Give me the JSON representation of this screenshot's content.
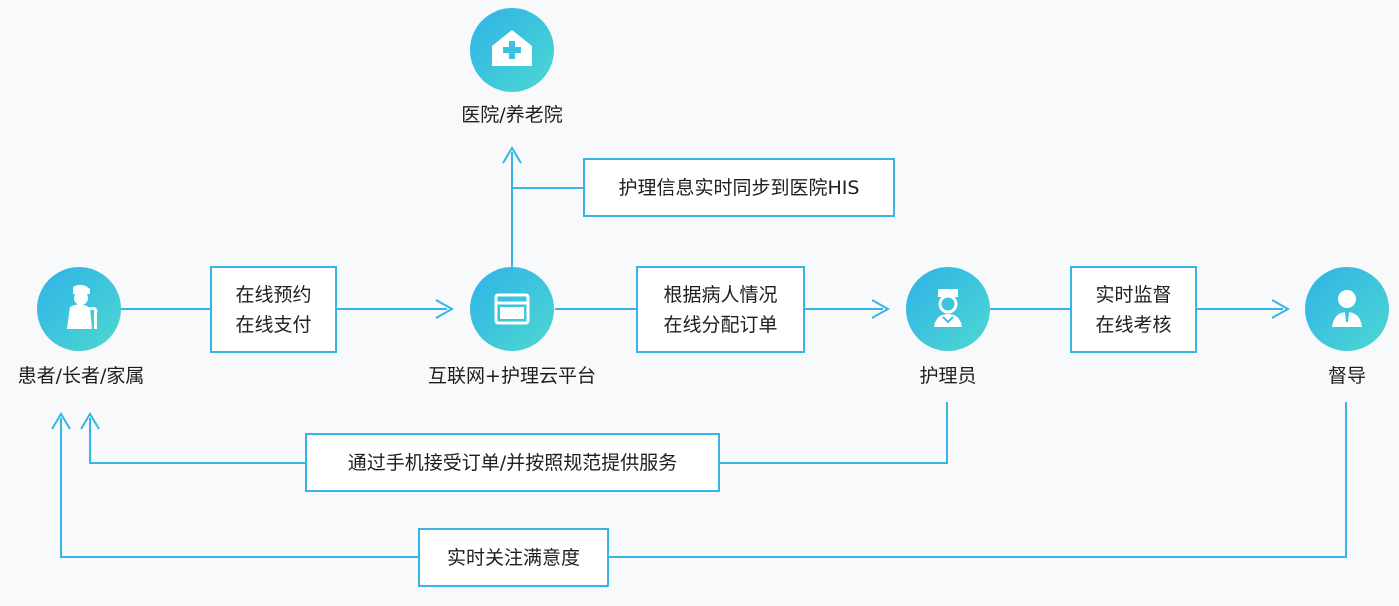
{
  "nodes": {
    "hospital": {
      "label": "医院/养老院",
      "icon": "hospital-icon"
    },
    "patient": {
      "label": "患者/长者/家属",
      "icon": "elderly-person-icon"
    },
    "platform": {
      "label": "互联网+护理云平台",
      "icon": "browser-window-icon"
    },
    "nurse": {
      "label": "护理员",
      "icon": "nurse-icon"
    },
    "supervisor": {
      "label": "督导",
      "icon": "supervisor-icon"
    }
  },
  "boxes": {
    "booking": {
      "line1": "在线预约",
      "line2": "在线支付"
    },
    "his_sync": {
      "line1": "护理信息实时同步到医院HIS"
    },
    "assign": {
      "line1": "根据病人情况",
      "line2": "在线分配订单"
    },
    "monitor": {
      "line1": "实时监督",
      "line2": "在线考核"
    },
    "service": {
      "line1": "通过手机接受订单/并按照规范提供服务"
    },
    "satisfaction": {
      "line1": "实时关注满意度"
    }
  },
  "colors": {
    "accent": "#38b5e6",
    "gradient_start": "#2fb2e8",
    "gradient_end": "#4dd8d0",
    "background": "#f8f9fa"
  }
}
